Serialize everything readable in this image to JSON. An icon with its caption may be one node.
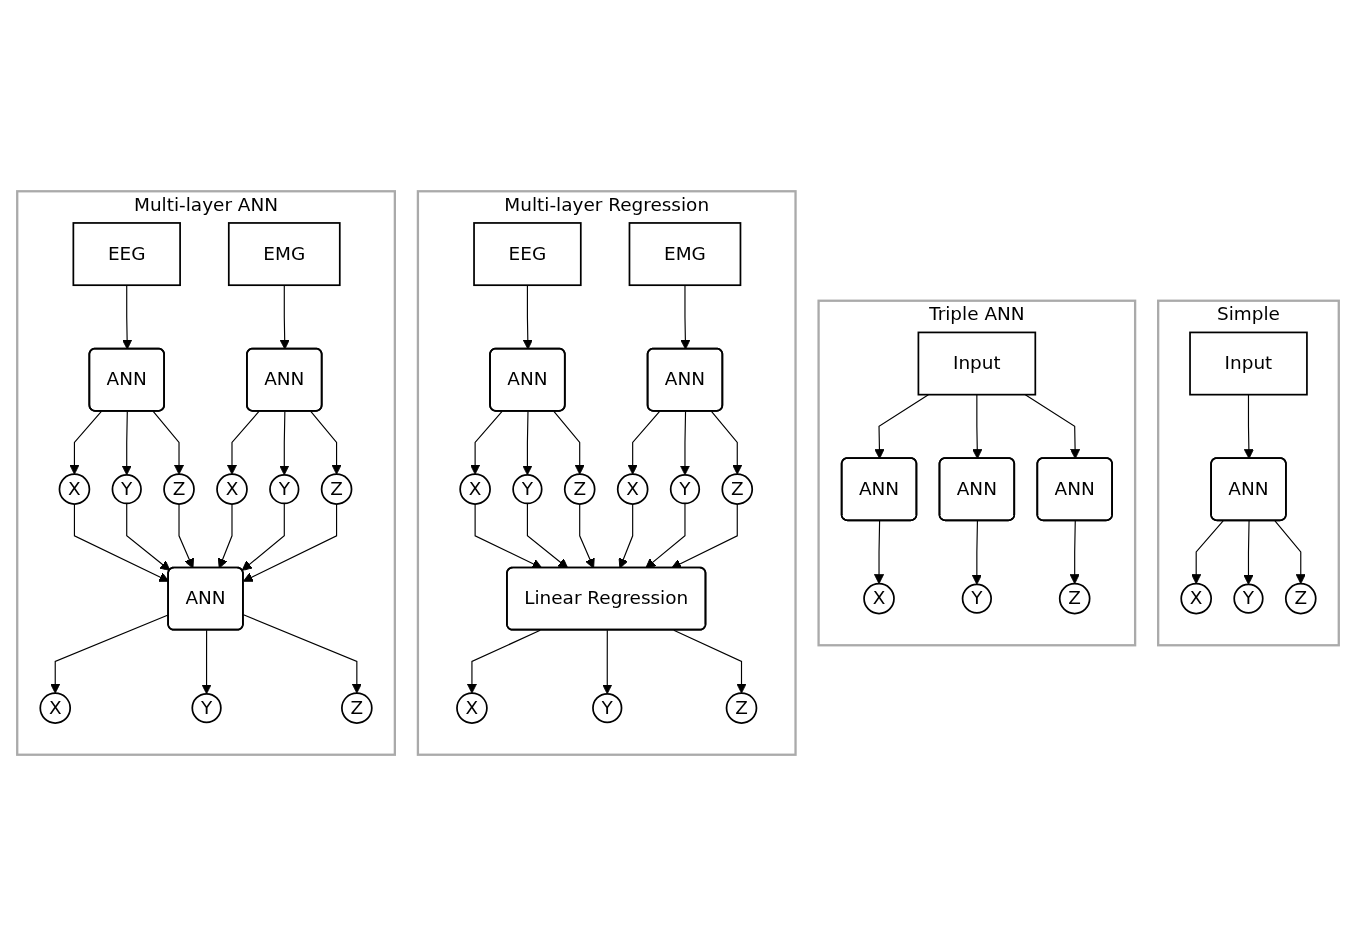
{
  "diagram": {
    "nodes": [
      {
        "text": [
          "Simple"
        ]
      },
      {
        "text": [
          "Input"
        ],
        "in": 0
      },
      {
        "text": [
          "ANN"
        ],
        "in": 0
      },
      {
        "text": [
          "X"
        ],
        "in": 0
      },
      {
        "text": [
          "Y"
        ],
        "in": 0
      },
      {
        "text": [
          "Z"
        ],
        "in": 0
      },
      {
        "text": [
          "Triple ANN"
        ]
      },
      {
        "text": [
          "Input"
        ],
        "in": 6
      },
      {
        "text": [
          "ANN"
        ],
        "in": 6
      },
      {
        "text": [
          "ANN"
        ],
        "in": 6
      },
      {
        "text": [
          "ANN"
        ],
        "in": 6
      },
      {
        "text": [
          "X"
        ],
        "in": 6
      },
      {
        "text": [
          "Y"
        ],
        "in": 6
      },
      {
        "text": [
          "Z"
        ],
        "in": 6
      },
      {
        "text": [
          "Multi-layer Regression"
        ]
      },
      {
        "text": [
          "EEG"
        ],
        "in": 14
      },
      {
        "text": [
          "EMG"
        ],
        "in": 14
      },
      {
        "text": [
          "ANN"
        ],
        "in": 14
      },
      {
        "text": [
          "ANN"
        ],
        "in": 14
      },
      {
        "text": [
          "X"
        ],
        "in": 14
      },
      {
        "text": [
          "Y"
        ],
        "in": 14
      },
      {
        "text": [
          "Z"
        ],
        "in": 14
      },
      {
        "text": [
          "X"
        ],
        "in": 14
      },
      {
        "text": [
          "Y"
        ],
        "in": 14
      },
      {
        "text": [
          "Z"
        ],
        "in": 14
      },
      {
        "text": [
          "Linear Regression"
        ],
        "in": 14
      },
      {
        "text": [
          "X"
        ],
        "in": 14
      },
      {
        "text": [
          "Y"
        ],
        "in": 14
      },
      {
        "text": [
          "Z"
        ],
        "in": 14
      },
      {
        "text": [
          "Multi-layer ANN"
        ]
      },
      {
        "text": [
          "EEG"
        ],
        "in": 29
      },
      {
        "text": [
          "EMG"
        ],
        "in": 29
      },
      {
        "text": [
          "ANN"
        ],
        "in": 29
      },
      {
        "text": [
          "ANN"
        ],
        "in": 29
      },
      {
        "text": [
          "X"
        ],
        "in": 29
      },
      {
        "text": [
          "Y"
        ],
        "in": 29
      },
      {
        "text": [
          "Z"
        ],
        "in": 29
      },
      {
        "text": [
          "X"
        ],
        "in": 29
      },
      {
        "text": [
          "Y"
        ],
        "in": 29
      },
      {
        "text": [
          "Z"
        ],
        "in": 29
      },
      {
        "text": [
          "ANN"
        ],
        "in": 29
      },
      {
        "text": [
          "X"
        ],
        "in": 29
      },
      {
        "text": [
          "Y"
        ],
        "in": 29
      },
      {
        "text": [
          "Z"
        ],
        "in": 29
      }
    ],
    "edges": [
      {
        "from": 1,
        "to": 2,
        "arrow": "to"
      },
      {
        "from": 2,
        "to": 3,
        "arrow": "to"
      },
      {
        "from": 2,
        "to": 4,
        "arrow": "to"
      },
      {
        "from": 2,
        "to": 5,
        "arrow": "to"
      },
      {
        "from": 7,
        "to": 8,
        "arrow": "to"
      },
      {
        "from": 7,
        "to": 9,
        "arrow": "to"
      },
      {
        "from": 7,
        "to": 10,
        "arrow": "to"
      },
      {
        "from": 8,
        "to": 11,
        "arrow": "to"
      },
      {
        "from": 9,
        "to": 12,
        "arrow": "to"
      },
      {
        "from": 10,
        "to": 13,
        "arrow": "to"
      },
      {
        "from": 15,
        "to": 17,
        "arrow": "to"
      },
      {
        "from": 16,
        "to": 18,
        "arrow": "to"
      },
      {
        "from": 17,
        "to": 19,
        "arrow": "to"
      },
      {
        "from": 17,
        "to": 20,
        "arrow": "to"
      },
      {
        "from": 17,
        "to": 21,
        "arrow": "to"
      },
      {
        "from": 18,
        "to": 22,
        "arrow": "to"
      },
      {
        "from": 18,
        "to": 23,
        "arrow": "to"
      },
      {
        "from": 18,
        "to": 24,
        "arrow": "to"
      },
      {
        "from": 19,
        "to": 25,
        "arrow": "to"
      },
      {
        "from": 20,
        "to": 25,
        "arrow": "to"
      },
      {
        "from": 21,
        "to": 25,
        "arrow": "to"
      },
      {
        "from": 22,
        "to": 25,
        "arrow": "to"
      },
      {
        "from": 23,
        "to": 25,
        "arrow": "to"
      },
      {
        "from": 24,
        "to": 25,
        "arrow": "to"
      },
      {
        "from": 25,
        "to": 26,
        "arrow": "to"
      },
      {
        "from": 25,
        "to": 27,
        "arrow": "to"
      },
      {
        "from": 25,
        "to": 28,
        "arrow": "to"
      },
      {
        "from": 30,
        "to": 32,
        "arrow": "to"
      },
      {
        "from": 31,
        "to": 33,
        "arrow": "to"
      },
      {
        "from": 32,
        "to": 34,
        "arrow": "to"
      },
      {
        "from": 32,
        "to": 35,
        "arrow": "to"
      },
      {
        "from": 32,
        "to": 36,
        "arrow": "to"
      },
      {
        "from": 33,
        "to": 37,
        "arrow": "to"
      },
      {
        "from": 33,
        "to": 38,
        "arrow": "to"
      },
      {
        "from": 33,
        "to": 39,
        "arrow": "to"
      },
      {
        "from": 34,
        "to": 40,
        "arrow": "to"
      },
      {
        "from": 35,
        "to": 40,
        "arrow": "to"
      },
      {
        "from": 36,
        "to": 40,
        "arrow": "to"
      },
      {
        "from": 37,
        "to": 40,
        "arrow": "to"
      },
      {
        "from": 38,
        "to": 40,
        "arrow": "to"
      },
      {
        "from": 39,
        "to": 40,
        "arrow": "to"
      },
      {
        "from": 40,
        "to": 41,
        "arrow": "to"
      },
      {
        "from": 40,
        "to": 42,
        "arrow": "to"
      },
      {
        "from": 40,
        "to": 43,
        "arrow": "to"
      }
    ]
  }
}
